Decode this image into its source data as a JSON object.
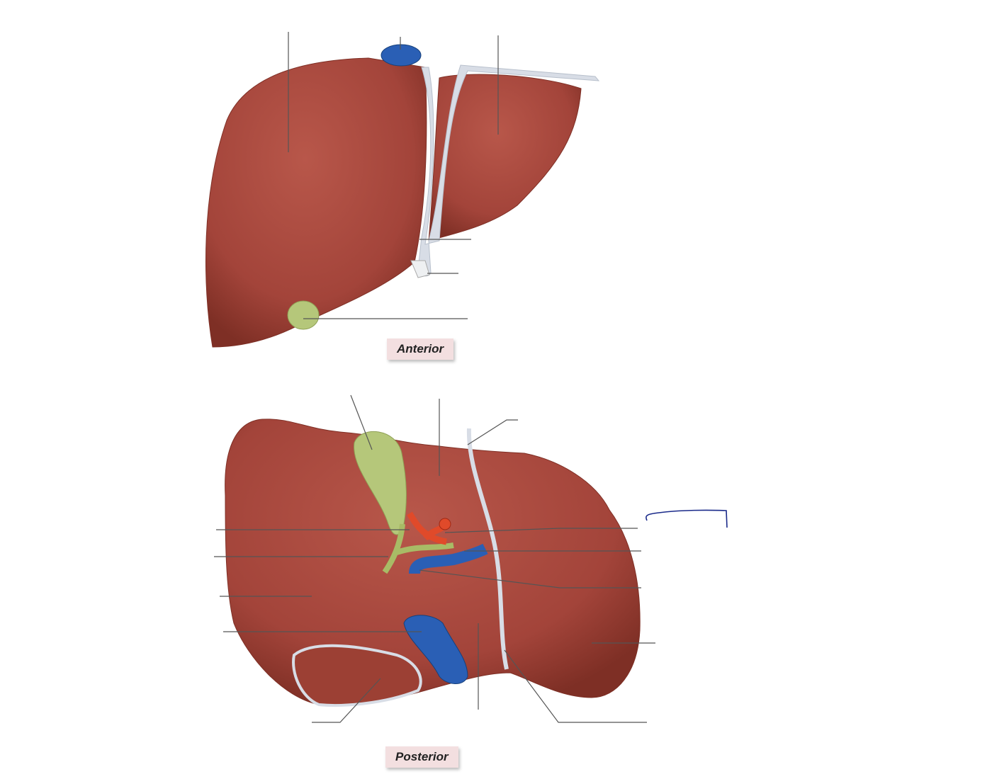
{
  "views": {
    "anterior_label": "Anterior",
    "posterior_label": "Posterior"
  },
  "colors": {
    "liver": "#a8473a",
    "liver_dark": "#8a3428",
    "ligament": "#d8dde6",
    "gallbladder": "#b5c77a",
    "vein": "#2a5fb5",
    "artery": "#e04a2a",
    "label_bg": "#f3dfe0",
    "annotation_ink": "#1a2a8a"
  },
  "icons": [
    "liver-illustration-anterior",
    "liver-illustration-posterior"
  ]
}
